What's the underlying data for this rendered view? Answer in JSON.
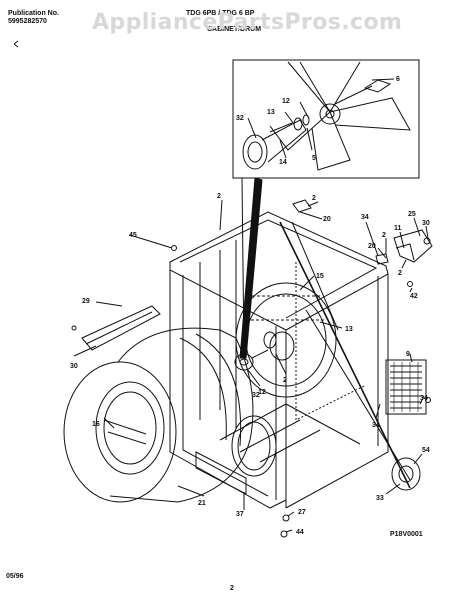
{
  "header": {
    "publication_label": "Publication No.",
    "publication_number": "5995282570",
    "model_partial": "TDG 6PB / TDG 6 BP",
    "section_title": "CABINET/DRUM",
    "watermark": "AppliancePartsPros.com"
  },
  "footer": {
    "date": "05/96",
    "page": "2",
    "figure_code": "P18V0001"
  },
  "callouts": [
    "2",
    "2",
    "2",
    "2",
    "2",
    "5",
    "6",
    "9",
    "11",
    "12",
    "12",
    "13",
    "13",
    "14",
    "15",
    "16",
    "20",
    "20",
    "21",
    "25",
    "27",
    "29",
    "30",
    "31",
    "32",
    "32",
    "33",
    "34",
    "34",
    "34",
    "37",
    "42",
    "44",
    "45"
  ],
  "inset_callouts": [
    "6",
    "12",
    "13",
    "32",
    "14",
    "5"
  ]
}
